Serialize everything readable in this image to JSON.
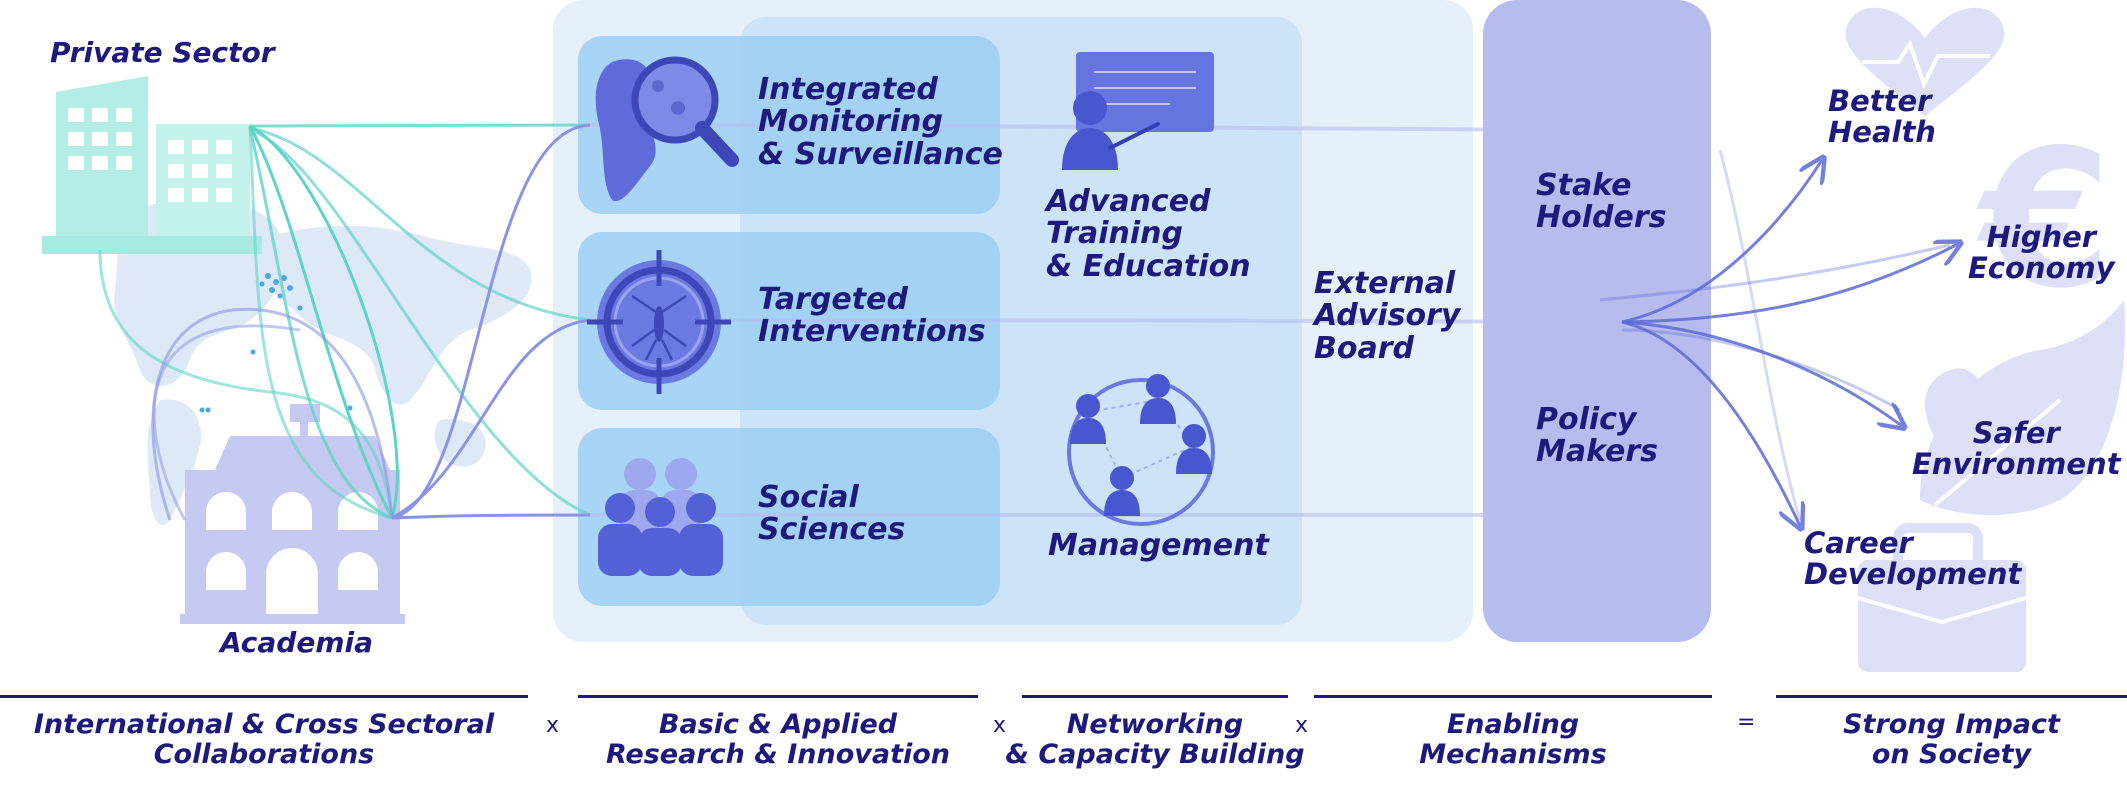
{
  "colors": {
    "navy": "#1e1a7d",
    "teal": "#5fd3c7",
    "periwinkle": "#8a93e8",
    "light_panel": "#e6f0fb",
    "blue_panel": "#cfe4f8",
    "box_blue": "#9ccff3",
    "lavender": "#b5b9ee"
  },
  "sources": {
    "private_sector": "Private Sector",
    "academia": "Academia",
    "building_icon": "office-building-icon",
    "university_icon": "university-building-icon",
    "map_icon": "world-map-icon"
  },
  "research": [
    {
      "icon": "magnifier-map-icon",
      "label_lines": [
        "Integrated",
        "Monitoring",
        "& Surveillance"
      ]
    },
    {
      "icon": "mosquito-target-icon",
      "label_lines": [
        "Targeted",
        "Interventions"
      ]
    },
    {
      "icon": "people-group-icon",
      "label_lines": [
        "Social",
        "Sciences"
      ]
    }
  ],
  "networking": [
    {
      "icon": "teacher-board-icon",
      "label_lines": [
        "Advanced",
        "Training",
        "& Education"
      ]
    },
    {
      "icon": "network-people-icon",
      "label_lines": [
        "Management"
      ]
    }
  ],
  "advisory": {
    "label_lines": [
      "External",
      "Advisory",
      "Board"
    ]
  },
  "enabling": [
    {
      "label_lines": [
        "Stake",
        "Holders"
      ]
    },
    {
      "label_lines": [
        "Policy",
        "Makers"
      ]
    }
  ],
  "impacts": [
    {
      "icon": "heart-pulse-icon",
      "label_lines": [
        "Better",
        "Health"
      ]
    },
    {
      "icon": "euro-icon",
      "label_lines": [
        "Higher",
        "Economy"
      ]
    },
    {
      "icon": "leaf-icon",
      "label_lines": [
        "Safer",
        "Environment"
      ]
    },
    {
      "icon": "briefcase-icon",
      "label_lines": [
        "Career",
        "Development"
      ]
    }
  ],
  "footer": {
    "columns": [
      {
        "lines": [
          "International & Cross Sectoral",
          "Collaborations"
        ]
      },
      {
        "lines": [
          "Basic & Applied",
          "Research & Innovation"
        ]
      },
      {
        "lines": [
          "Networking",
          "& Capacity Building"
        ]
      },
      {
        "lines": [
          "Enabling",
          "Mechanisms"
        ]
      },
      {
        "lines": [
          "Strong Impact",
          "on Society"
        ]
      }
    ],
    "operators": [
      "x",
      "x",
      "x",
      "="
    ]
  }
}
